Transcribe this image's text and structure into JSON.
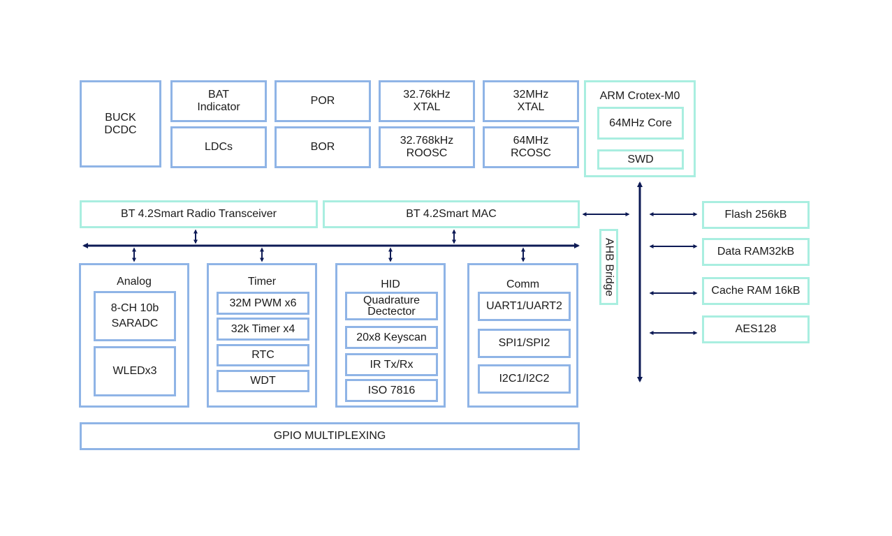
{
  "colors": {
    "blue_border": "#8fb4e6",
    "teal_border": "#a9eee0",
    "bus": "#0d1a55"
  },
  "power": {
    "buck": "BUCK\nDCDC",
    "bat": "BAT\nIndicator",
    "ldcs": "LDCs",
    "por": "POR",
    "bor": "BOR",
    "xtal32k": "32.76kHz\nXTAL",
    "roosc": "32.768kHz\nROOSC",
    "xtal32m": "32MHz\nXTAL",
    "rcosc": "64MHz\nRCOSC"
  },
  "cpu": {
    "title": "ARM Crotex-M0",
    "core": "64MHz Core",
    "swd": "SWD"
  },
  "radio": {
    "transceiver": "BT 4.2Smart Radio Transceiver",
    "mac": "BT 4.2Smart MAC"
  },
  "bridge": "AHB Bridge",
  "memory": {
    "flash": "Flash 256kB",
    "data_ram": "Data RAM32kB",
    "cache_ram": "Cache RAM 16kB",
    "aes": "AES128"
  },
  "analog": {
    "title": "Analog",
    "saradc": "8-CH 10b\nSARADC",
    "wled": "WLEDx3"
  },
  "timer": {
    "title": "Timer",
    "pwm": "32M PWM x6",
    "timer32k": "32k Timer x4",
    "rtc": "RTC",
    "wdt": "WDT"
  },
  "hid": {
    "title": "HID",
    "quad": "Quadrature\nDectector",
    "keyscan": "20x8 Keyscan",
    "ir": "IR Tx/Rx",
    "iso": "ISO 7816"
  },
  "comm": {
    "title": "Comm",
    "uart": "UART1/UART2",
    "spi": "SPI1/SPI2",
    "i2c": "I2C1/I2C2"
  },
  "gpio": "GPIO MULTIPLEXING"
}
